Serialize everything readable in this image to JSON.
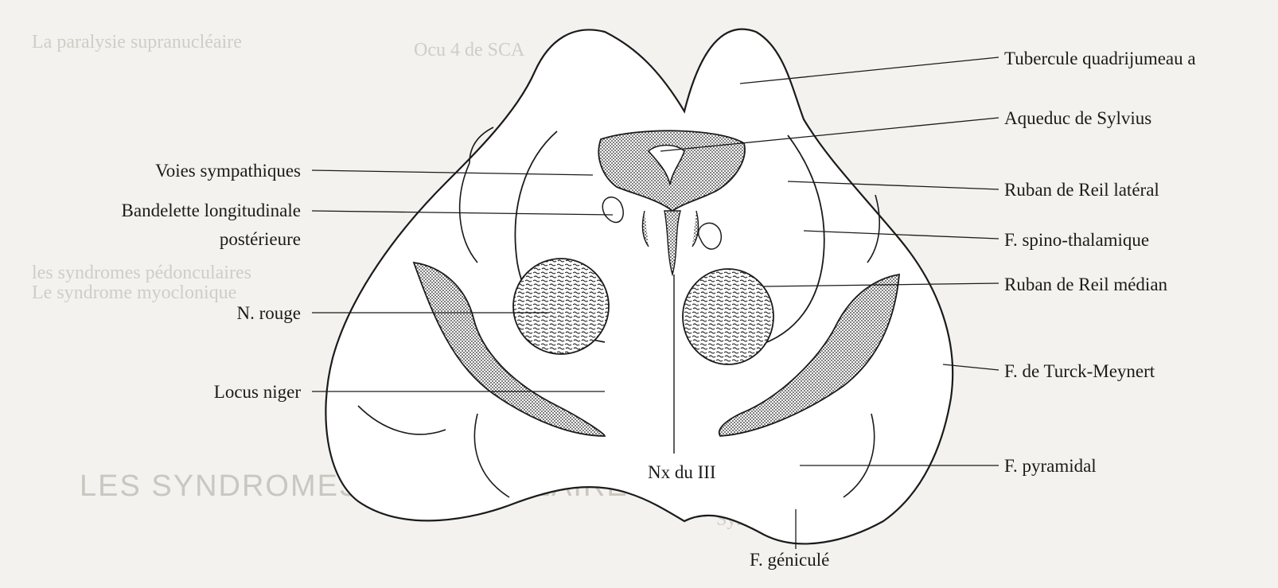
{
  "background_text": {
    "lines": [
      "La paralysie supranucléaire",
      "Ocu 4 de SCA",
      "les syndromes pédonculaires",
      "Syndrome de Weber",
      "Le syndrome myoclonique",
      "LES SYNDROMES PÉDONCULAIRES"
    ]
  },
  "labels": {
    "tubercule": "Tubercule quadrijumeau a",
    "aqueduc": "Aqueduc de Sylvius",
    "ruban_lateral": "Ruban de Reil latéral",
    "spino": "F. spino-thalamique",
    "ruban_median": "Ruban de Reil médian",
    "turck": "F. de Turck-Meynert",
    "pyramidal": "F. pyramidal",
    "geniculate": "F. géniculé",
    "nx3": "Nx du III",
    "voies": "Voies sympathiques",
    "bandelette_1": "Bandelette longitudinale",
    "bandelette_2": "postérieure",
    "rouge": "N. rouge",
    "niger": "Locus niger"
  }
}
